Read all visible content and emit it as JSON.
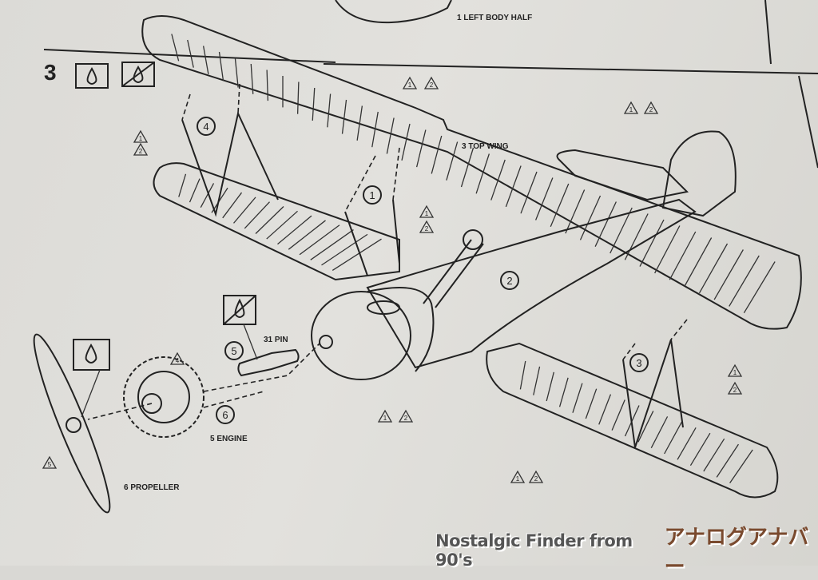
{
  "step": {
    "number": "3",
    "glue_icon": "glue-drop-icon",
    "no_glue_icon": "no-glue-icon"
  },
  "labels": {
    "left_body_half": "1 LEFT BODY HALF",
    "top_wing": "3 TOP WING",
    "pin": "31 PIN",
    "engine": "5 ENGINE",
    "propeller": "6 PROPELLER"
  },
  "callouts": [
    "1",
    "2",
    "3",
    "4",
    "5",
    "6"
  ],
  "paint_refs": {
    "one": "1",
    "two": "2",
    "four": "4",
    "five": "5"
  },
  "watermark": {
    "english": "Nostalgic Finder from 90's",
    "japanese": "アナログアナバー",
    "color": "#7a4a2e"
  }
}
